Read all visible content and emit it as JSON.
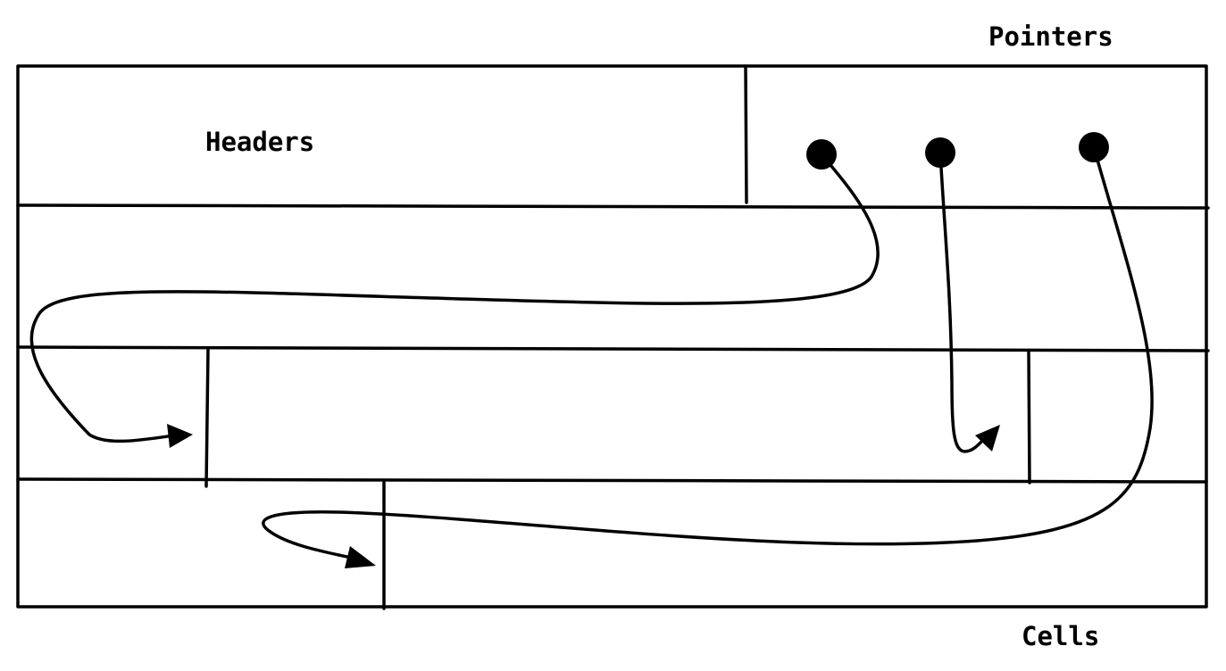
{
  "labels": {
    "pointers": "Pointers",
    "headers": "Headers",
    "cells": "Cells"
  },
  "colors": {
    "ink": "#000000",
    "background": "#ffffff"
  }
}
